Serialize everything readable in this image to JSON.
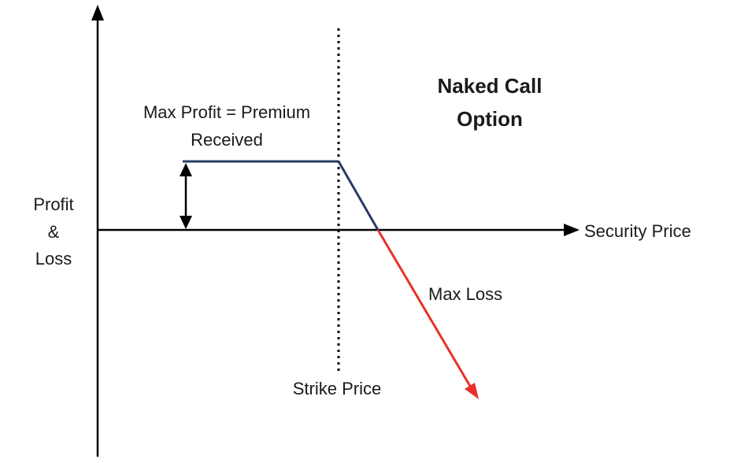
{
  "diagram": {
    "title_line1": "Naked Call",
    "title_line2": "Option",
    "y_axis_label_line1": "Profit",
    "y_axis_label_line2": "&",
    "y_axis_label_line3": "Loss",
    "x_axis_label": "Security Price",
    "max_profit_label_line1": "Max Profit = Premium",
    "max_profit_label_line2": "Received",
    "max_loss_label": "Max Loss",
    "strike_label": "Strike Price",
    "colors": {
      "axis": "#000000",
      "profit_segment": "#2b3a67",
      "loss_segment": "#e8312a",
      "strike_line": "#000000"
    }
  }
}
